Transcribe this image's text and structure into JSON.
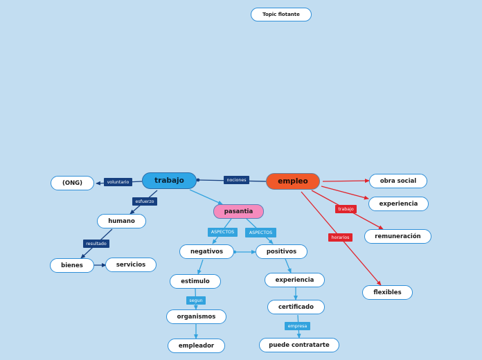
{
  "nodes": {
    "topic_flotante": "Topic flotante",
    "trabajo": "trabajo",
    "empleo": "empleo",
    "ong": "(ONG)",
    "humano": "humano",
    "bienes": "bienes",
    "servicios": "servicios",
    "pasantia": "pasantia",
    "negativos": "negativos",
    "positivos": "positivos",
    "estimulo": "estimulo",
    "organismos": "organismos",
    "empleador": "empleador",
    "experiencia_pos": "experiencia",
    "certificado": "certificado",
    "puede_contratarte": "puede contratarte",
    "obra_social": "obra social",
    "experiencia_emp": "experiencia",
    "remuneracion": "remuneración",
    "flexibles": "flexibles"
  },
  "labels": {
    "nociones": "nociones",
    "voluntario": "voluntario",
    "esfuerzo": "esfuerzo",
    "resultado": "resultado",
    "aspectos_1": "ASPECTOS",
    "aspectos_2": "ASPECTOS",
    "segun": "segun",
    "empresa": "empresa",
    "trabajo": "trabajo",
    "horarios": "horarios"
  },
  "colors": {
    "background": "#c2ddf1",
    "trabajo_fill": "#2fa6e6",
    "empleo_fill": "#f0592a",
    "pasantia_fill": "#f58bbd",
    "navy_line": "#163f7f",
    "sky_line": "#33a3de",
    "red_line": "#e0242c"
  }
}
